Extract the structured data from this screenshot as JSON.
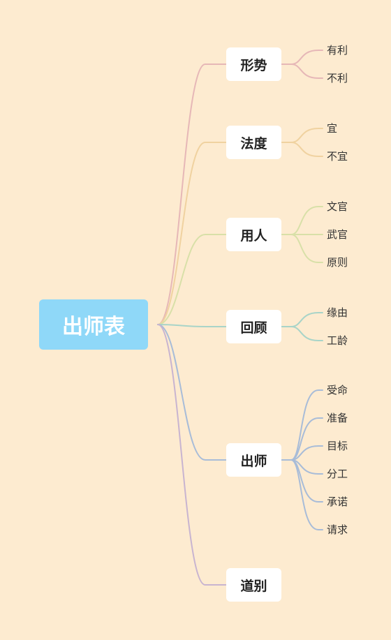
{
  "root": {
    "label": "出师表",
    "color": "#8fd8f8"
  },
  "branches": [
    {
      "label": "形势",
      "color": "#e6b7b7",
      "children": [
        "有利",
        "不利"
      ]
    },
    {
      "label": "法度",
      "color": "#f0d2a0",
      "children": [
        "宜",
        "不宜"
      ]
    },
    {
      "label": "用人",
      "color": "#d8e0a8",
      "children": [
        "文官",
        "武官",
        "原则"
      ]
    },
    {
      "label": "回顾",
      "color": "#a8d4c8",
      "children": [
        "缘由",
        "工龄"
      ]
    },
    {
      "label": "出师",
      "color": "#a8bcd8",
      "children": [
        "受命",
        "准备",
        "目标",
        "分工",
        "承诺",
        "请求"
      ]
    },
    {
      "label": "道别",
      "color": "#c8b4d0",
      "children": []
    }
  ]
}
